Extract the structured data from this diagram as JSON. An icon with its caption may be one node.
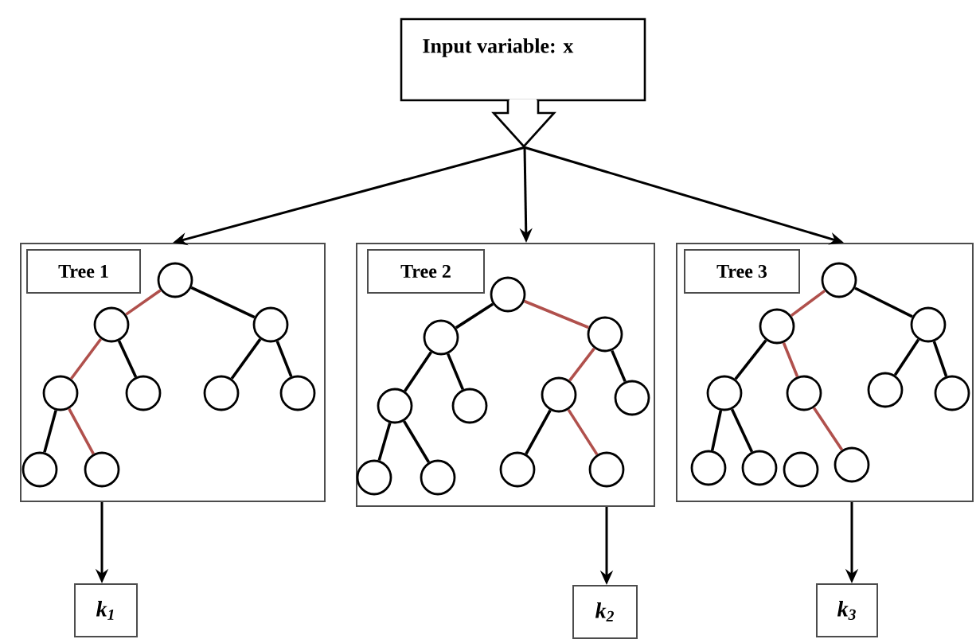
{
  "diagram": {
    "nodes": [
      {
        "text": [
          "Input variable: x"
        ]
      },
      {
        "text": [],
        "shape": "box"
      },
      {
        "text": [
          "Tree 1"
        ],
        "in": 1
      },
      {
        "text": [],
        "shape": "circle",
        "in": 1
      },
      {
        "text": [],
        "shape": "circle",
        "in": 1
      },
      {
        "text": [],
        "shape": "circle",
        "in": 1
      },
      {
        "text": [],
        "shape": "circle",
        "in": 1
      },
      {
        "text": [],
        "shape": "circle",
        "in": 1
      },
      {
        "text": [],
        "shape": "circle",
        "in": 1
      },
      {
        "text": [],
        "shape": "circle",
        "in": 1
      },
      {
        "text": [],
        "shape": "circle",
        "in": 1
      },
      {
        "text": [],
        "shape": "circle",
        "in": 1
      },
      {
        "text": [],
        "shape": "box"
      },
      {
        "text": [
          "Tree 2"
        ],
        "in": 12
      },
      {
        "text": [],
        "shape": "circle",
        "in": 12
      },
      {
        "text": [],
        "shape": "circle",
        "in": 12
      },
      {
        "text": [],
        "shape": "circle",
        "in": 12
      },
      {
        "text": [],
        "shape": "circle",
        "in": 12
      },
      {
        "text": [],
        "shape": "circle",
        "in": 12
      },
      {
        "text": [],
        "shape": "circle",
        "in": 12
      },
      {
        "text": [],
        "shape": "circle",
        "in": 12
      },
      {
        "text": [],
        "shape": "circle",
        "in": 12
      },
      {
        "text": [],
        "shape": "circle",
        "in": 12
      },
      {
        "text": [],
        "shape": "circle",
        "in": 12
      },
      {
        "text": [],
        "shape": "circle",
        "in": 12
      },
      {
        "text": [],
        "shape": "box"
      },
      {
        "text": [
          "Tree 3"
        ],
        "in": 25
      },
      {
        "text": [],
        "shape": "circle",
        "in": 25
      },
      {
        "text": [],
        "shape": "circle",
        "in": 25
      },
      {
        "text": [],
        "shape": "circle",
        "in": 25
      },
      {
        "text": [],
        "shape": "circle",
        "in": 25
      },
      {
        "text": [],
        "shape": "circle",
        "in": 25
      },
      {
        "text": [],
        "shape": "circle",
        "in": 25
      },
      {
        "text": [],
        "shape": "circle",
        "in": 25
      },
      {
        "text": [],
        "shape": "circle",
        "in": 25
      },
      {
        "text": [],
        "shape": "circle",
        "in": 25
      },
      {
        "text": [],
        "shape": "circle",
        "in": 25
      },
      {
        "text": [],
        "shape": "circle",
        "in": 25
      },
      {
        "text": [
          "k$_{1}$"
        ]
      },
      {
        "text": [
          "k$_{2}$"
        ]
      },
      {
        "text": [
          "k$_{3}$"
        ]
      }
    ],
    "edges": [
      {
        "from": 0,
        "to": 1,
        "arrow": "to"
      },
      {
        "from": 0,
        "to": 12,
        "arrow": "to"
      },
      {
        "from": 0,
        "to": 25,
        "arrow": "to"
      },
      {
        "from": 3,
        "to": 4,
        "arrow": "none",
        "color": "#b0504c"
      },
      {
        "from": 3,
        "to": 5,
        "arrow": "none"
      },
      {
        "from": 4,
        "to": 6,
        "arrow": "none",
        "color": "#b0504c"
      },
      {
        "from": 4,
        "to": 7,
        "arrow": "none"
      },
      {
        "from": 5,
        "to": 8,
        "arrow": "none"
      },
      {
        "from": 5,
        "to": 9,
        "arrow": "none"
      },
      {
        "from": 6,
        "to": 10,
        "arrow": "none"
      },
      {
        "from": 6,
        "to": 11,
        "arrow": "none",
        "color": "#b0504c"
      },
      {
        "from": 14,
        "to": 15,
        "arrow": "none"
      },
      {
        "from": 14,
        "to": 16,
        "arrow": "none",
        "color": "#b0504c"
      },
      {
        "from": 15,
        "to": 17,
        "arrow": "none"
      },
      {
        "from": 15,
        "to": 18,
        "arrow": "none"
      },
      {
        "from": 16,
        "to": 19,
        "arrow": "none",
        "color": "#b0504c"
      },
      {
        "from": 16,
        "to": 20,
        "arrow": "none"
      },
      {
        "from": 17,
        "to": 21,
        "arrow": "none"
      },
      {
        "from": 17,
        "to": 22,
        "arrow": "none"
      },
      {
        "from": 19,
        "to": 23,
        "arrow": "none"
      },
      {
        "from": 19,
        "to": 24,
        "arrow": "none",
        "color": "#b0504c"
      },
      {
        "from": 27,
        "to": 28,
        "arrow": "none",
        "color": "#b0504c"
      },
      {
        "from": 27,
        "to": 29,
        "arrow": "none"
      },
      {
        "from": 28,
        "to": 30,
        "arrow": "none"
      },
      {
        "from": 28,
        "to": 31,
        "arrow": "none",
        "color": "#b0504c"
      },
      {
        "from": 29,
        "to": 32,
        "arrow": "none"
      },
      {
        "from": 29,
        "to": 33,
        "arrow": "none"
      },
      {
        "from": 30,
        "to": 34,
        "arrow": "none"
      },
      {
        "from": 30,
        "to": 35,
        "arrow": "none"
      },
      {
        "from": 31,
        "to": 37,
        "arrow": "none",
        "color": "#b0504c"
      },
      {
        "from": 1,
        "to": 38,
        "arrow": "to"
      },
      {
        "from": 12,
        "to": 39,
        "arrow": "to"
      },
      {
        "from": 25,
        "to": 40,
        "arrow": "to"
      }
    ]
  }
}
